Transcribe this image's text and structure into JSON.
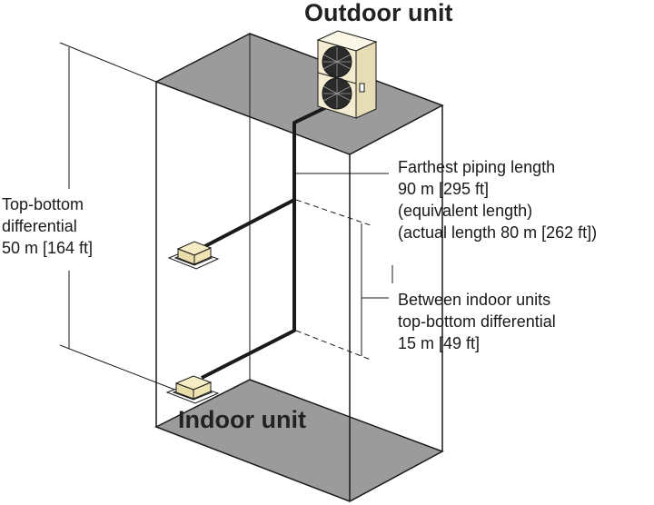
{
  "outdoor_unit_label": "Outdoor unit",
  "indoor_unit_label": "Indoor unit",
  "top_bottom_differential": {
    "line1": "Top-bottom",
    "line2": "differential",
    "line3": "50 m [164 ft]"
  },
  "farthest_piping": {
    "line1": "Farthest piping length",
    "line2": "90 m [295 ft]",
    "line3": "(equivalent length)",
    "line4": "(actual length 80 m [262 ft])"
  },
  "between_indoor_units": {
    "line1": "Between indoor units",
    "line2": "top-bottom differential",
    "line3": "15 m [49 ft]"
  },
  "colors": {
    "floor_gray": "#9b9b9b",
    "unit_cream": "#f5ecc4",
    "outdoor_body": "#f3ecd0",
    "line": "#1a1a1a"
  }
}
